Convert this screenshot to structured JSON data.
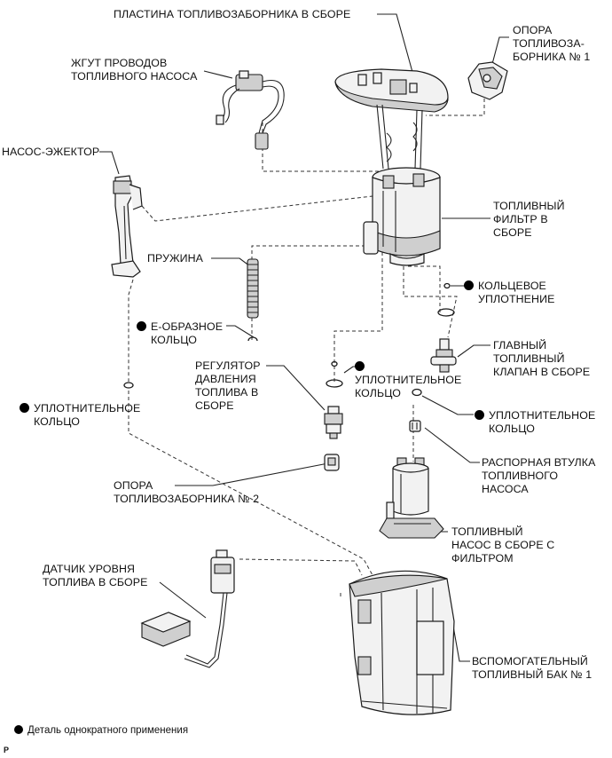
{
  "labels": {
    "plate": "ПЛАСТИНА ТОПЛИВОЗАБОРНИКА В СБОРЕ",
    "support1": "ОПОРА\nТОПЛИВОЗА-\nБОРНИКА № 1",
    "harness": "ЖГУТ ПРОВОДОВ\nТОПЛИВНОГО НАСОСА",
    "jet_pump": "НАСОС-ЭЖЕКТОР",
    "filter": "ТОПЛИВНЫЙ\nФИЛЬТР В\nСБОРЕ",
    "spring": "ПРУЖИНА",
    "o_ring_1": "КОЛЬЦЕВОЕ\nУПЛОТНЕНИЕ",
    "e_ring": "Е-ОБРАЗНОЕ\nКОЛЬЦО",
    "check_valve": "ГЛАВНЫЙ\nТОПЛИВНЫЙ\nКЛАПАН В СБОРЕ",
    "regulator": "РЕГУЛЯТОР\nДАВЛЕНИЯ\nТОПЛИВА В\nСБОРЕ",
    "seal_ring_mid": "УПЛОТНИТЕЛЬНОЕ\nКОЛЬЦО",
    "seal_ring_left": "УПЛОТНИТЕЛЬНОЕ\nКОЛЬЦО",
    "seal_ring_right": "УПЛОТНИТЕЛЬНОЕ\nКОЛЬЦО",
    "spacer": "РАСПОРНАЯ ВТУЛКА\nТОПЛИВНОГО\nНАСОСА",
    "support2": "ОПОРА\nТОПЛИВОЗАБОРНИКА № 2",
    "pump": "ТОПЛИВНЫЙ\nНАСОС В СБОРЕ С\nФИЛЬТРОМ",
    "level_sensor": "ДАТЧИК УРОВНЯ\nТОПЛИВА В СБОРЕ",
    "sub_tank": "ВСПОМОГАТЕЛЬНЫЙ\nТОПЛИВНЫЙ БАК № 1"
  },
  "legend": {
    "text": "Деталь однократного применения"
  },
  "corner_mark": "P",
  "colors": {
    "line": "#222222",
    "part_fill": "#f2f2f2",
    "part_dark": "#cfcfcf",
    "marker": "#000000"
  },
  "icons": {
    "non_reusable_marker": "filled-circle"
  }
}
